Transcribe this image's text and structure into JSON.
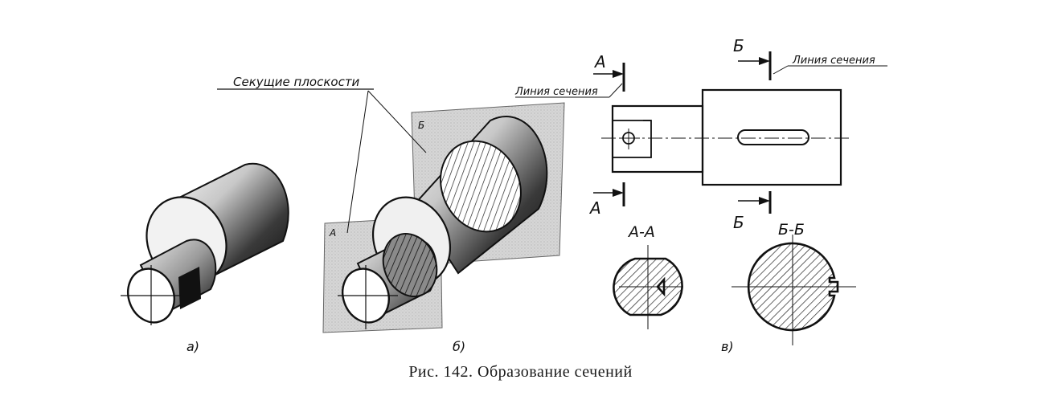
{
  "labels": {
    "cutting_planes": "Секущие  плоскости",
    "plane_a_letter": "А",
    "plane_b_letter": "Б",
    "section_line_a": "Линия сечения",
    "section_line_b": "Линия сечения",
    "arrow_a_top": "А",
    "arrow_a_bottom": "А",
    "arrow_b_top": "Б",
    "arrow_b_bottom": "Б",
    "section_a_title": "А-А",
    "section_b_title": "Б-Б",
    "fig_a": "а)",
    "fig_b": "б)",
    "fig_v": "в)"
  },
  "caption": "Рис. 142. Образование сечений"
}
